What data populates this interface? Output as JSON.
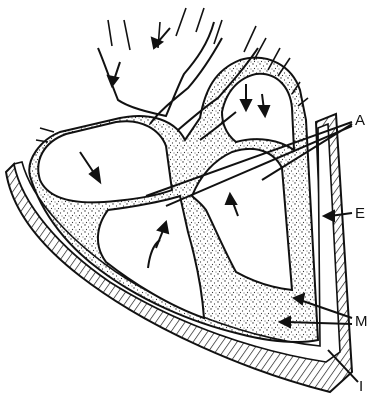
{
  "labels": {
    "a": "A",
    "e": "E",
    "m": "M",
    "i": "I"
  },
  "colors": {
    "ink": "#111111",
    "stipple": "#333333",
    "background": "#ffffff"
  }
}
